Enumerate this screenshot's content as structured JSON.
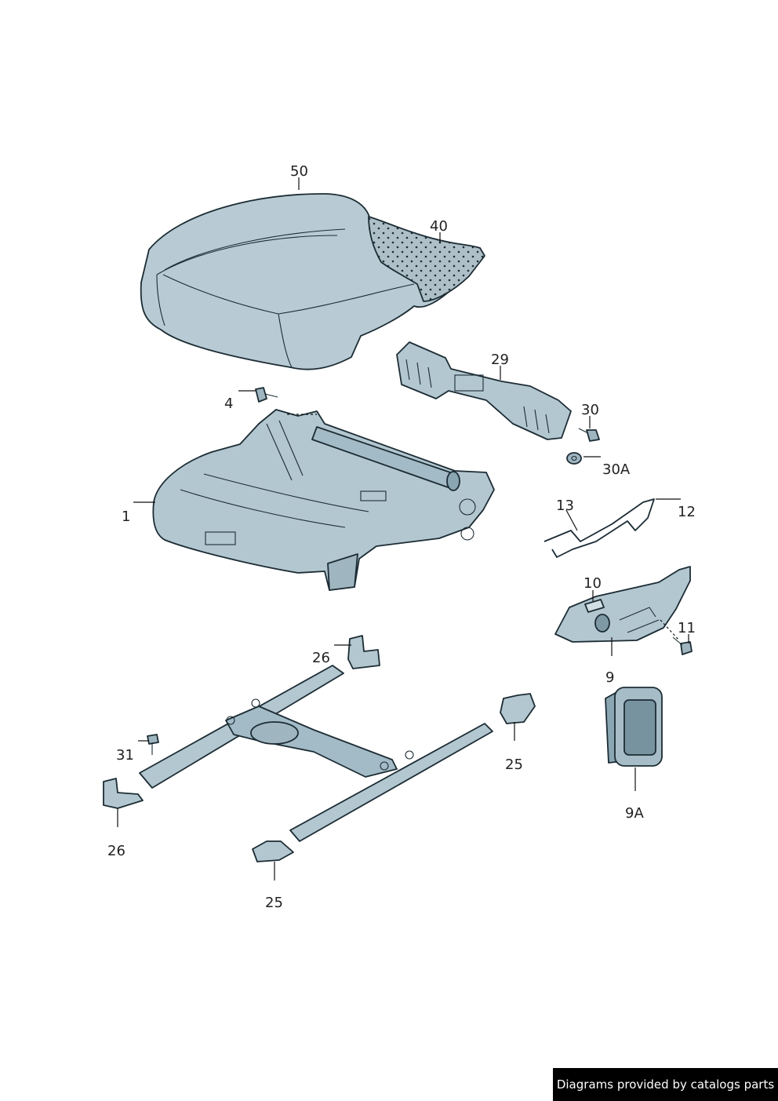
{
  "callouts": {
    "c50": "50",
    "c40": "40",
    "c29": "29",
    "c4": "4",
    "c30": "30",
    "c30a": "30A",
    "c1": "1",
    "c13": "13",
    "c12": "12",
    "c10": "10",
    "c11": "11",
    "c9": "9",
    "c26a": "26",
    "c26b": "26",
    "c31": "31",
    "c25a": "25",
    "c25b": "25",
    "c9a": "9A"
  },
  "footer": {
    "text": "Diagrams provided by catalogs parts"
  },
  "colors": {
    "part_fill": "#b3c7d0",
    "part_light": "#d2e0e6",
    "part_dark": "#7e98a4",
    "outline": "#1c2c34"
  }
}
